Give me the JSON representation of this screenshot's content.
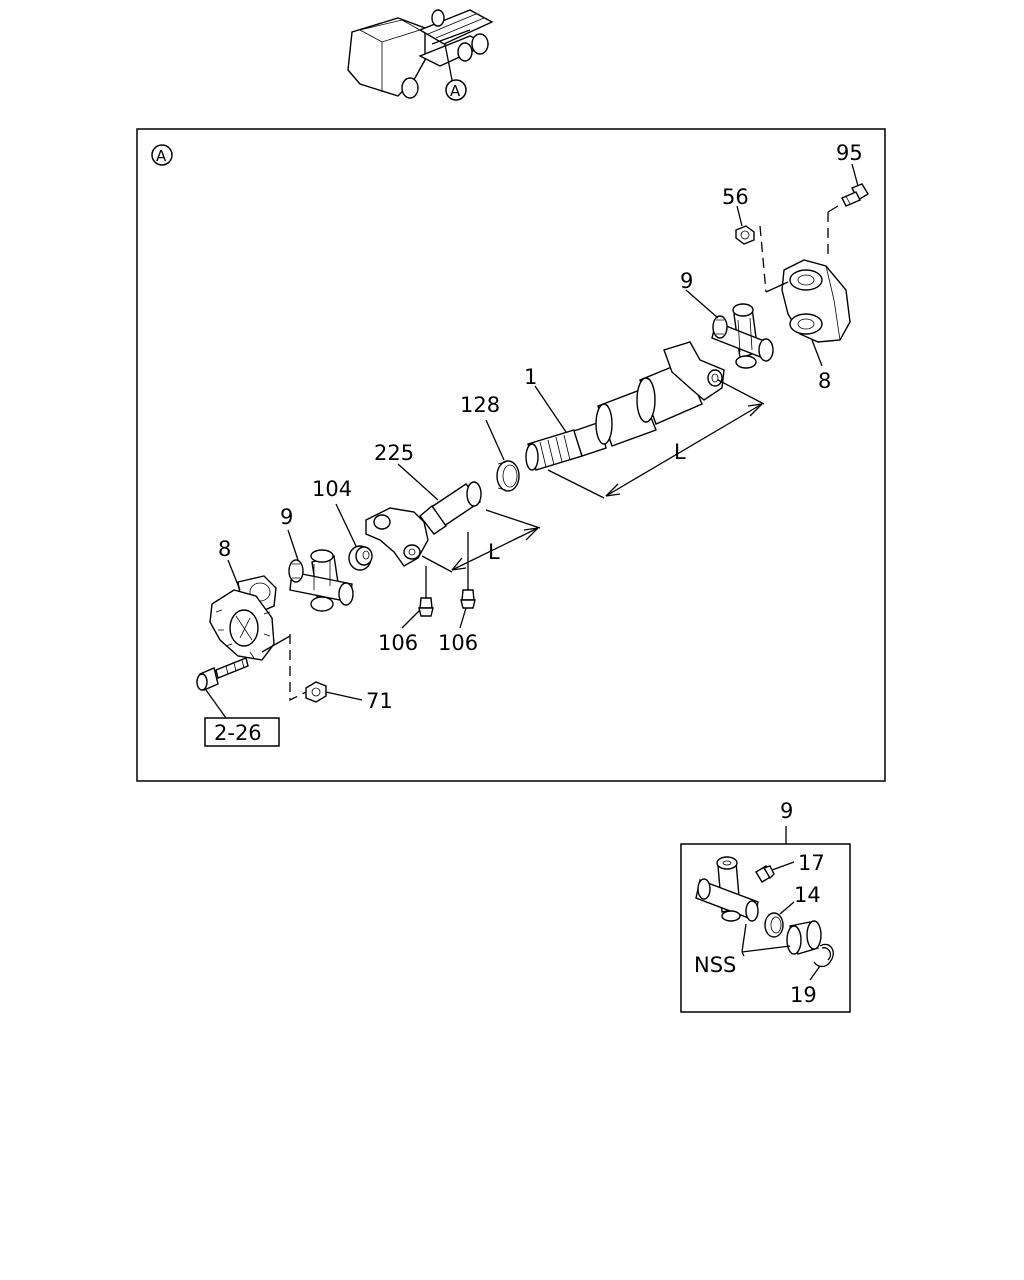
{
  "view_marker": "A",
  "reference_box": "2-26",
  "callouts": {
    "shaft": "1",
    "slip_yoke": "225",
    "seal": "128",
    "dust_cap": "104",
    "joint_left": "9",
    "joint_right": "9",
    "flange_yoke_left": "8",
    "flange_yoke_right": "8",
    "nut_top": "56",
    "bolt_top": "95",
    "grease_fitting_a": "106",
    "grease_fitting_b": "106",
    "nut_bottom": "71",
    "length_long": "L",
    "length_short": "L"
  },
  "detail_inset": {
    "title": "9",
    "grease_nipple": "17",
    "seal": "14",
    "snap_ring": "19",
    "bearing_note": "NSS"
  },
  "colors": {
    "line": "#000000",
    "background": "#ffffff"
  }
}
